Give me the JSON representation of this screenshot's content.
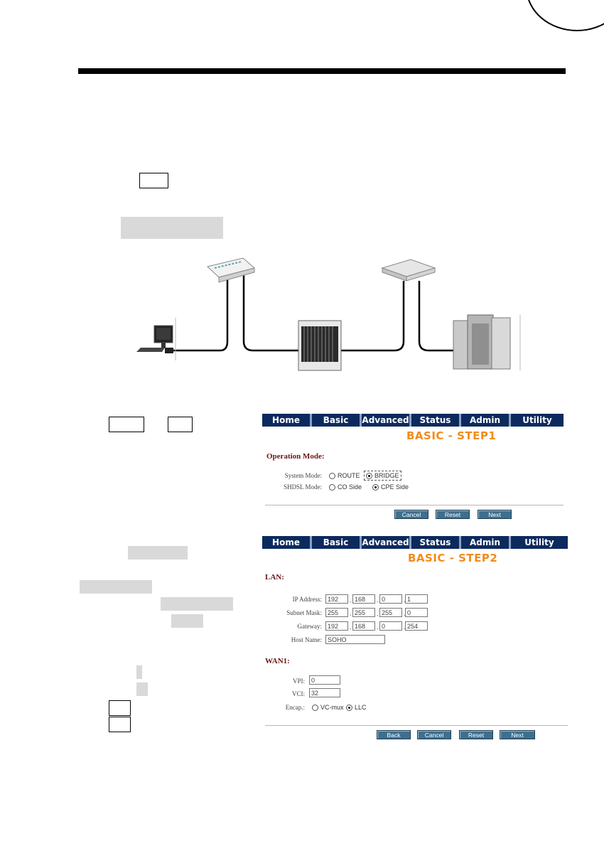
{
  "step1": {
    "nav": [
      "Home",
      "Basic",
      "Advanced",
      "Status",
      "Admin",
      "Utility"
    ],
    "title": "BASIC - STEP1",
    "section": "Operation Mode:",
    "system_mode_label": "System Mode:",
    "system_mode_options": [
      "ROUTE",
      "BRIDGE"
    ],
    "system_mode_selected": "BRIDGE",
    "shdsl_mode_label": "SHDSL Mode:",
    "shdsl_mode_options": [
      "CO Side",
      "CPE Side"
    ],
    "shdsl_mode_selected": "CPE Side",
    "buttons": [
      "Cancel",
      "Reset",
      "Next"
    ]
  },
  "step2": {
    "nav": [
      "Home",
      "Basic",
      "Advanced",
      "Status",
      "Admin",
      "Utility"
    ],
    "title": "BASIC - STEP2",
    "lan_section": "LAN:",
    "ip_label": "IP Address:",
    "ip": [
      "192",
      "168",
      "0",
      "1"
    ],
    "mask_label": "Subnet Mask:",
    "mask": [
      "255",
      "255",
      "255",
      "0"
    ],
    "gateway_label": "Gateway:",
    "gateway": [
      "192",
      "168",
      "0",
      "254"
    ],
    "host_label": "Host Name:",
    "host": "SOHO",
    "wan_section": "WAN1:",
    "vpi_label": "VPI:",
    "vpi": "0",
    "vci_label": "VCI:",
    "vci": "32",
    "encap_label": "Encap.:",
    "encap_options": [
      "VC-mux",
      "LLC"
    ],
    "encap_selected": "LLC",
    "buttons": [
      "Back",
      "Cancel",
      "Reset",
      "Next"
    ]
  }
}
